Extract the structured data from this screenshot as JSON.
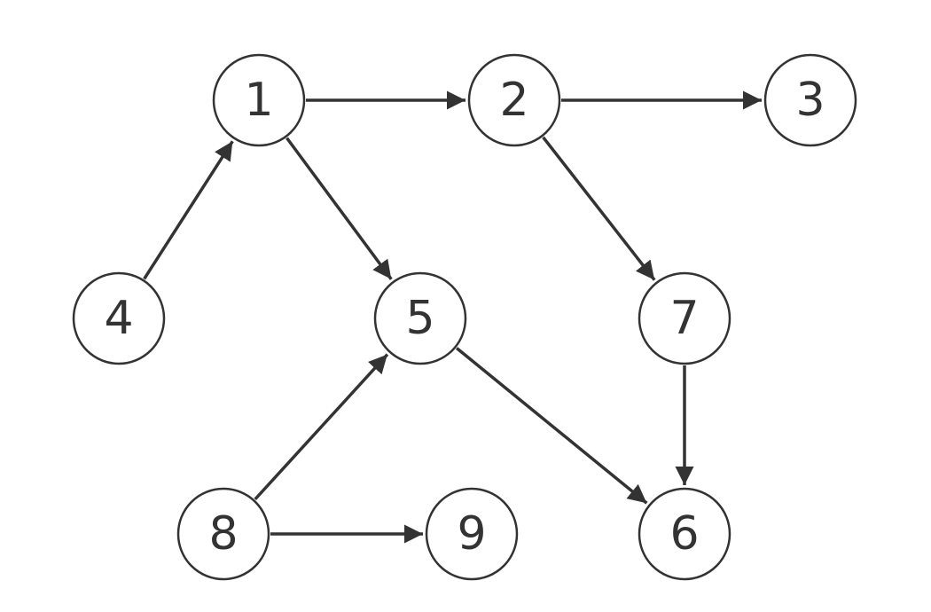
{
  "diagram": {
    "type": "directed-graph",
    "colors": {
      "stroke": "#333333",
      "node_fill": "#ffffff",
      "background": "#ffffff"
    },
    "nodes": [
      {
        "id": "1",
        "label": "1"
      },
      {
        "id": "2",
        "label": "2"
      },
      {
        "id": "3",
        "label": "3"
      },
      {
        "id": "4",
        "label": "4"
      },
      {
        "id": "5",
        "label": "5"
      },
      {
        "id": "6",
        "label": "6"
      },
      {
        "id": "7",
        "label": "7"
      },
      {
        "id": "8",
        "label": "8"
      },
      {
        "id": "9",
        "label": "9"
      }
    ],
    "edges": [
      {
        "from": "1",
        "to": "2"
      },
      {
        "from": "2",
        "to": "3"
      },
      {
        "from": "4",
        "to": "1"
      },
      {
        "from": "1",
        "to": "5"
      },
      {
        "from": "2",
        "to": "7"
      },
      {
        "from": "7",
        "to": "6"
      },
      {
        "from": "5",
        "to": "6"
      },
      {
        "from": "8",
        "to": "5"
      },
      {
        "from": "8",
        "to": "9"
      }
    ]
  }
}
